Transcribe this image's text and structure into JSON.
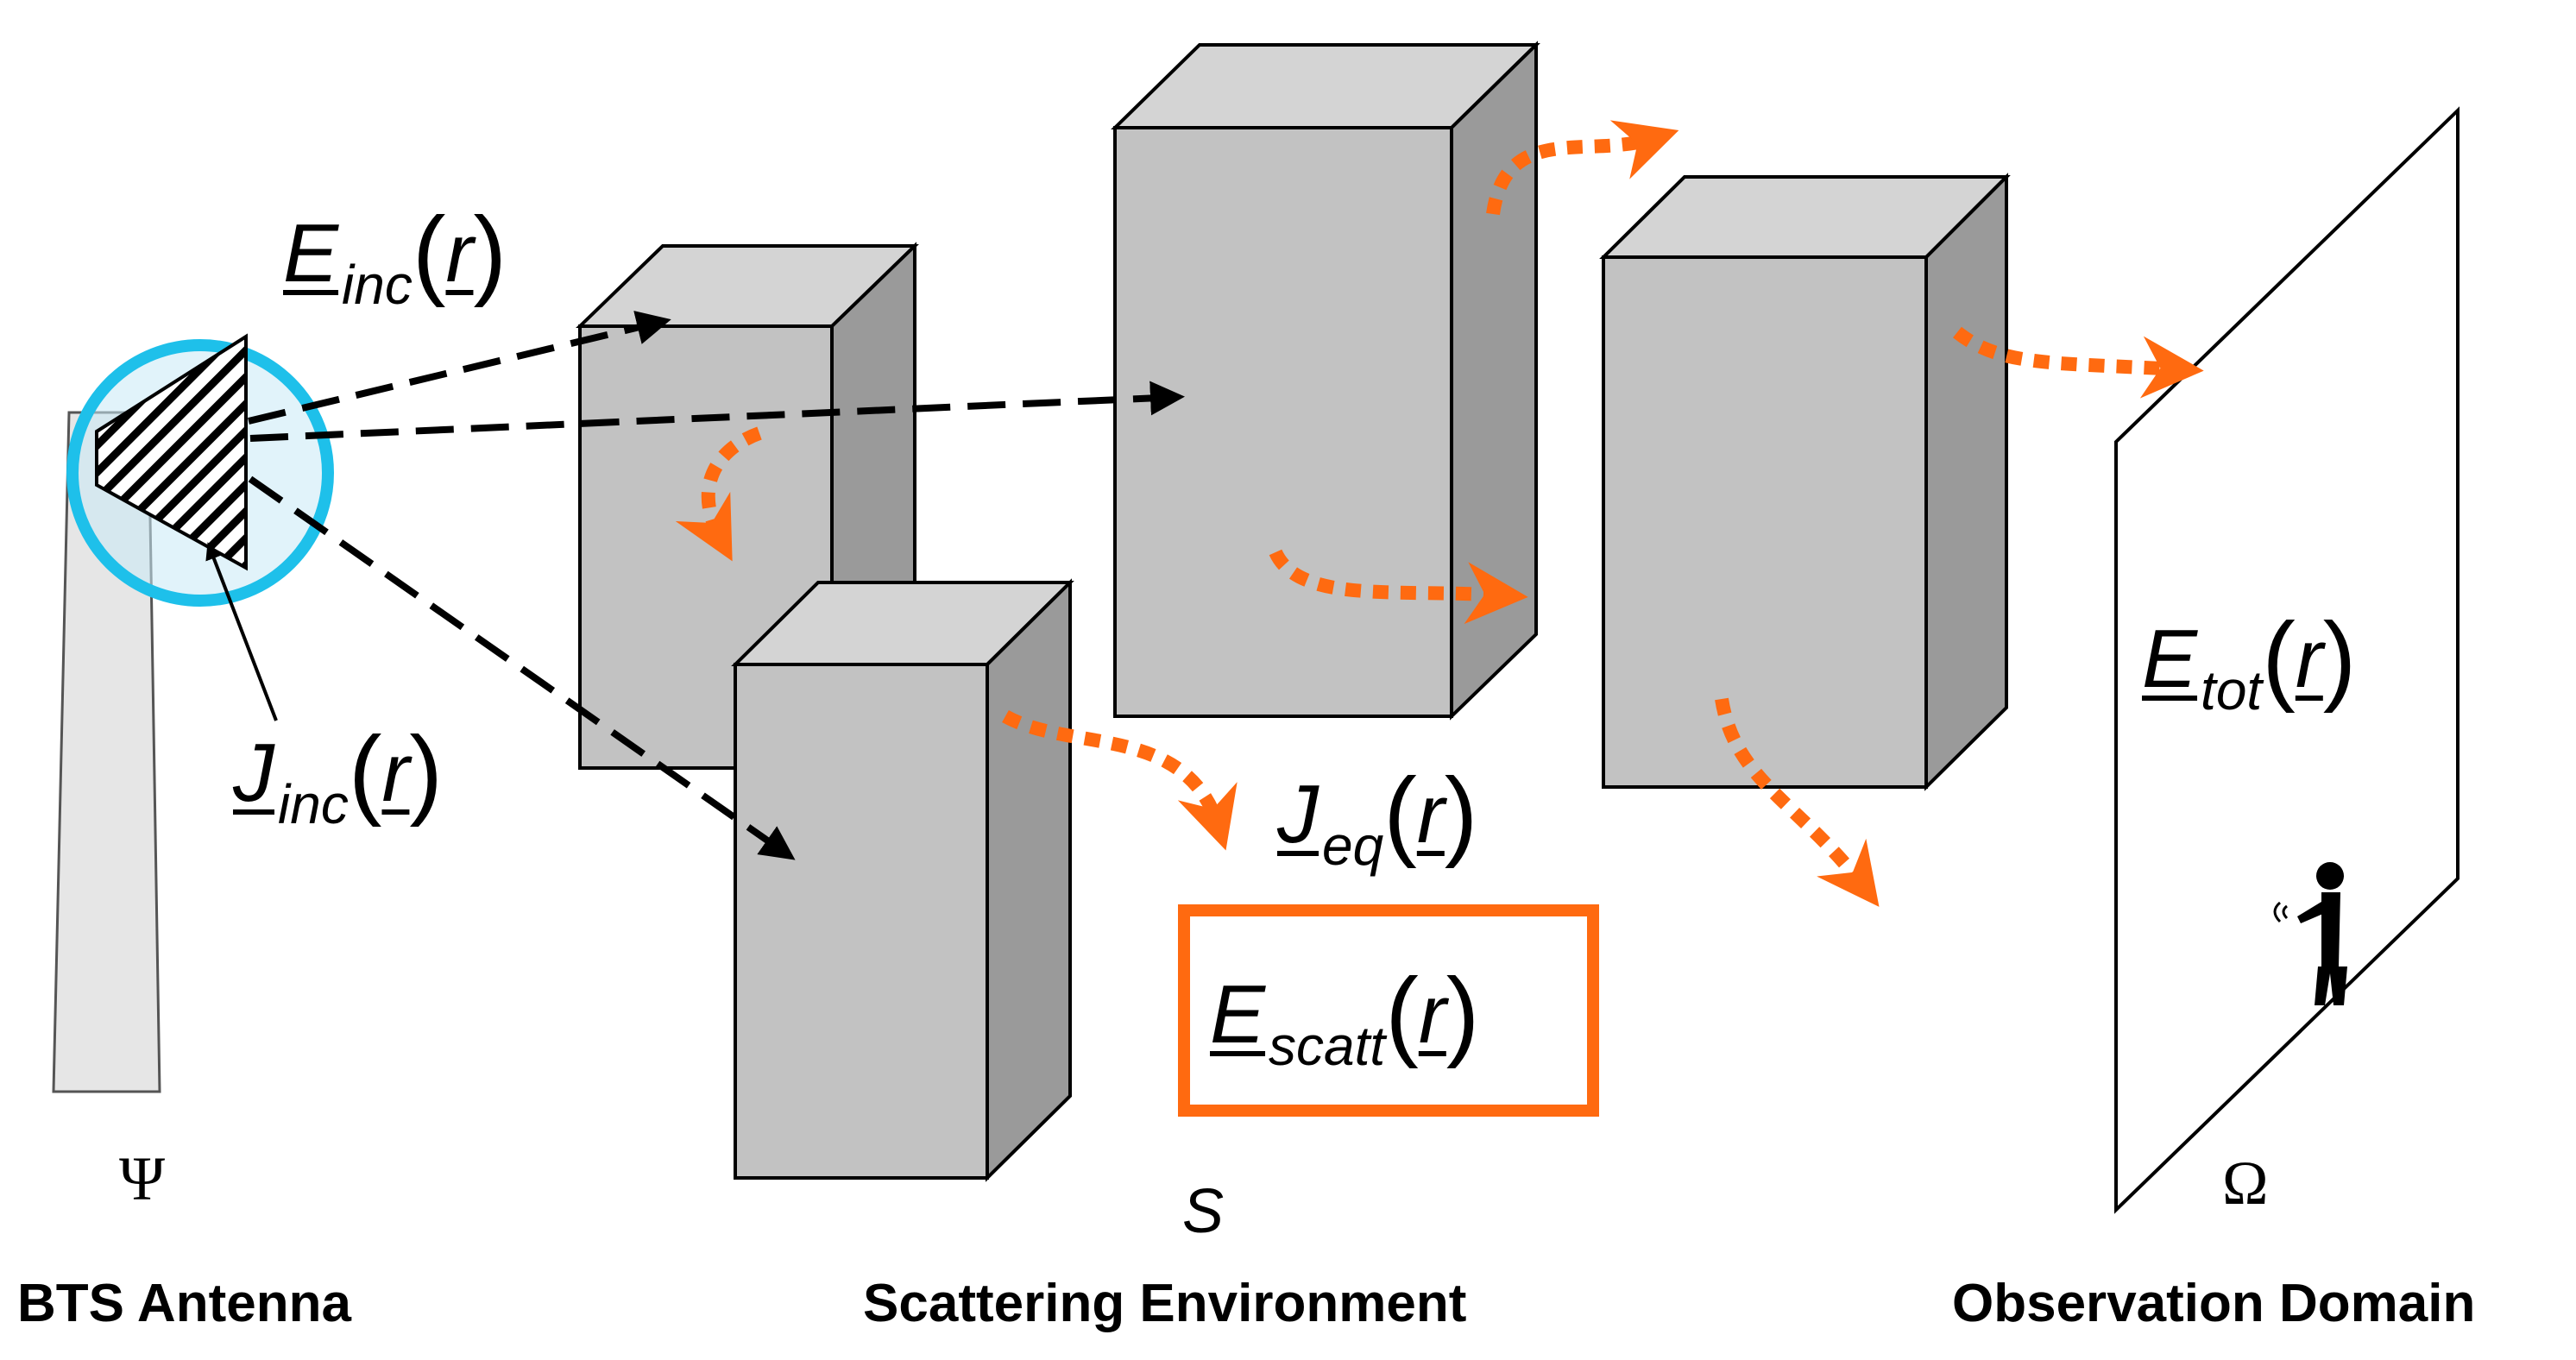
{
  "captions": {
    "left": "BTS Antenna",
    "center": "Scattering Environment",
    "right": "Observation Domain"
  },
  "domains": {
    "antenna": "Ψ",
    "scatterers": "S",
    "observation": "Ω"
  },
  "equations": {
    "e_inc": {
      "symbol": "E",
      "sub": "inc",
      "open": "(",
      "arg": "r",
      "close": ")"
    },
    "j_inc": {
      "symbol": "J",
      "sub": "inc",
      "open": "(",
      "arg": "r",
      "close": ")"
    },
    "j_eq": {
      "symbol": "J",
      "sub": "eq",
      "open": "(",
      "arg": "r",
      "close": ")"
    },
    "e_scatt": {
      "symbol": "E",
      "sub": "scatt",
      "open": "(",
      "arg": "r",
      "close": ")"
    },
    "e_tot": {
      "symbol": "E",
      "sub": "tot",
      "open": "(",
      "arg": "r",
      "close": ")"
    }
  },
  "colors": {
    "highlight_circle": "#1ec0ea",
    "scatter_arrows": "#ff6a10",
    "scatt_box": "#ff6a10",
    "building_front": "#c2c2c2",
    "building_top": "#d4d4d4",
    "building_side": "#9a9a9a",
    "tower": "#e6e6e6"
  }
}
